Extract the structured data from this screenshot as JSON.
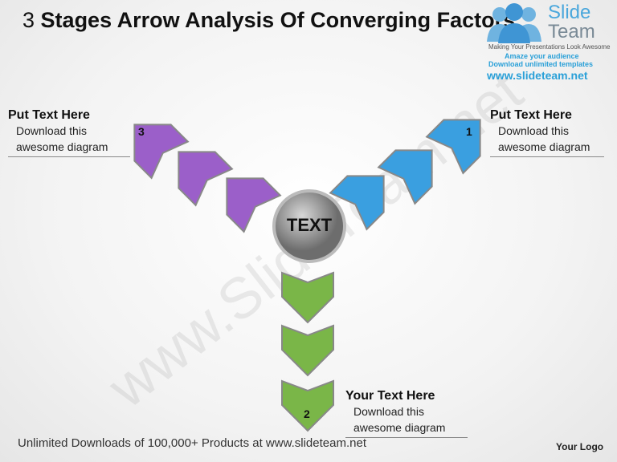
{
  "title": {
    "number": "3",
    "text": "Stages Arrow Analysis Of Converging Factors"
  },
  "logo": {
    "line1": "Slide",
    "line2": "Team",
    "tagline": "Making Your Presentations Look Awesome",
    "promo1": "Amaze your audience",
    "promo2": "Download unlimited templates",
    "url": "www.slideteam.net"
  },
  "watermark": "www.SlideTeam.net",
  "center": {
    "label": "TEXT"
  },
  "stages": [
    {
      "number": "1",
      "heading": "Put Text Here",
      "body1": "Download this",
      "body2": "awesome diagram",
      "color": "#3a9fe0"
    },
    {
      "number": "2",
      "heading": "Your Text Here",
      "body1": "Download this",
      "body2": "awesome diagram",
      "color": "#7ab648"
    },
    {
      "number": "3",
      "heading": "Put Text Here",
      "body1": "Download this",
      "body2": "awesome diagram",
      "color": "#9b5fc9"
    }
  ],
  "footer": "Unlimited Downloads of 100,000+ Products at www.slideteam.net",
  "your_logo": "Your Logo"
}
